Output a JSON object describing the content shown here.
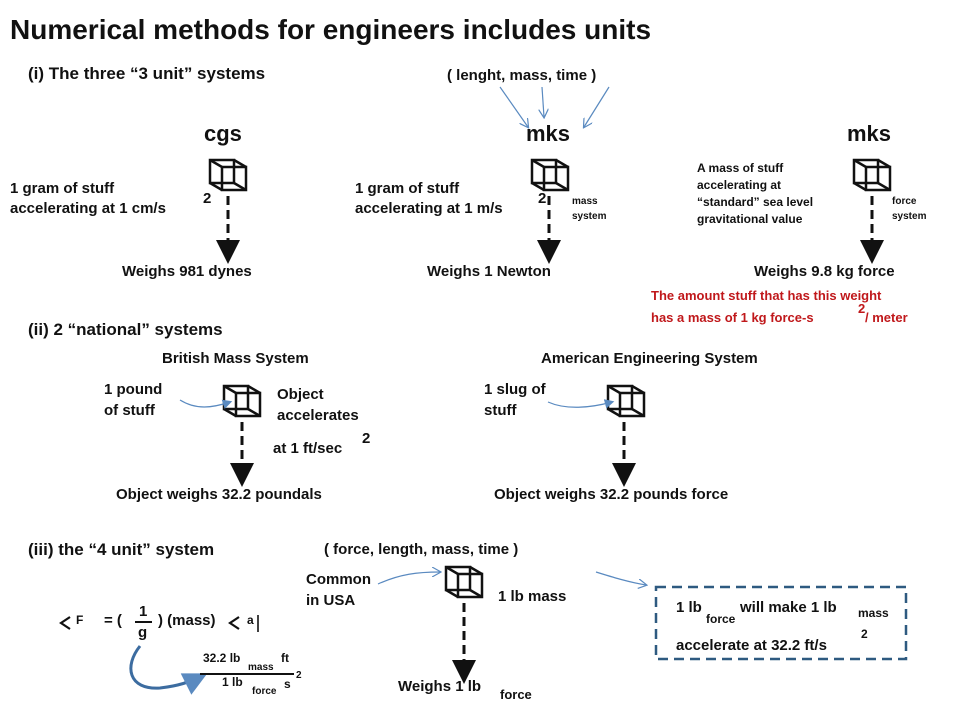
{
  "title": "Numerical methods for engineers includes units",
  "section1": {
    "heading": "(i) The three “3 unit” systems",
    "dims_note": "( lenght, mass, time )",
    "cgs": {
      "name": "cgs",
      "desc_line1": "1 gram of stuff",
      "desc_line2": "accelerating at 1 cm/s",
      "exp": "2",
      "weighs": "Weighs 981 dynes"
    },
    "mks_mass": {
      "name": "mks",
      "desc_line1": "1 gram of stuff",
      "desc_line2": "accelerating at 1 m/s",
      "exp": "2",
      "tag_line1": "mass",
      "tag_line2": "system",
      "weighs": "Weighs 1 Newton"
    },
    "mks_force": {
      "name": "mks",
      "desc_line1": "A mass of stuff",
      "desc_line2": "accelerating at",
      "desc_line3": "“standard” sea level",
      "desc_line4": "gravitational value",
      "tag_line1": "force",
      "tag_line2": "system",
      "weighs": "Weighs 9.8 kg force",
      "note_line1": "The amount stuff that has this weight",
      "note_line2a": "has a mass of 1 kg force-s",
      "note_exp": "2",
      "note_line2b": "/ meter"
    }
  },
  "section2": {
    "heading": "(ii) 2 “national” systems",
    "british": {
      "name": "British Mass System",
      "stuff_line1": "1 pound",
      "stuff_line2": "of stuff",
      "accel_line1": "Object",
      "accel_line2": "accelerates",
      "accel_line3": "at 1 ft/sec",
      "exp": "2",
      "weighs": "Object weighs 32.2 poundals"
    },
    "american": {
      "name": "American Engineering System",
      "stuff_line1": "1 slug of",
      "stuff_line2": "stuff",
      "weighs": "Object weighs 32.2 pounds force"
    }
  },
  "section3": {
    "heading": "(iii) the “4 unit” system",
    "dims_note": "( force, length, mass, time )",
    "common_line1": "Common",
    "common_line2": "in USA",
    "mass_label": "1 lb mass",
    "weighs": "Weighs 1 lb",
    "weighs_sub": "force",
    "formula": {
      "F": "F",
      "equals_open": "= (",
      "num": "1",
      "den": "g",
      "close_mass": ")  (mass)",
      "a": "a"
    },
    "gc": {
      "num_main": "32.2 lb",
      "num_sub": "mass",
      "num_unit": "ft",
      "den_main": "1 lb",
      "den_sub": "force",
      "den_unit": "s",
      "den_exp": "2"
    },
    "box": {
      "line1_a": "1 lb",
      "line1_sub1": "force",
      "line1_b": "will make 1 lb",
      "line1_sub2": "mass",
      "line2": "accelerate at 32.2 ft/s",
      "line2_exp": "2"
    }
  },
  "colors": {
    "arrow_blue": "#5a8ac0",
    "dashed_box": "#2e5a80",
    "note_red": "#c0181b",
    "ink": "#111111"
  }
}
